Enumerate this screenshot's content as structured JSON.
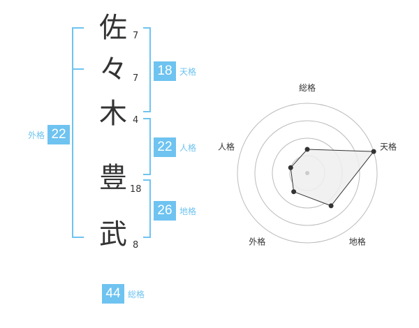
{
  "name_chars": [
    {
      "char": "佐",
      "strokes": "7"
    },
    {
      "char": "々",
      "strokes": "7"
    },
    {
      "char": "木",
      "strokes": "4"
    },
    {
      "char": "豊",
      "strokes": "18"
    },
    {
      "char": "武",
      "strokes": "8"
    }
  ],
  "fortunes": {
    "tenkaku": {
      "label": "天格",
      "value": "18"
    },
    "jinkaku": {
      "label": "人格",
      "value": "22"
    },
    "chikaku": {
      "label": "地格",
      "value": "26"
    },
    "gaikaku": {
      "label": "外格",
      "value": "22"
    },
    "soukaku": {
      "label": "総格",
      "value": "44"
    }
  },
  "colors": {
    "accent": "#6ec3f0",
    "text": "#333333",
    "ring": "#bbbbbb",
    "fill": "#eeeeee"
  },
  "chart_data": {
    "type": "radar",
    "axes": [
      "総格",
      "天格",
      "地格",
      "外格",
      "人格"
    ],
    "values": [
      0.34,
      1.0,
      0.58,
      0.33,
      0.25
    ],
    "range": [
      0,
      1
    ],
    "rings": 4
  }
}
